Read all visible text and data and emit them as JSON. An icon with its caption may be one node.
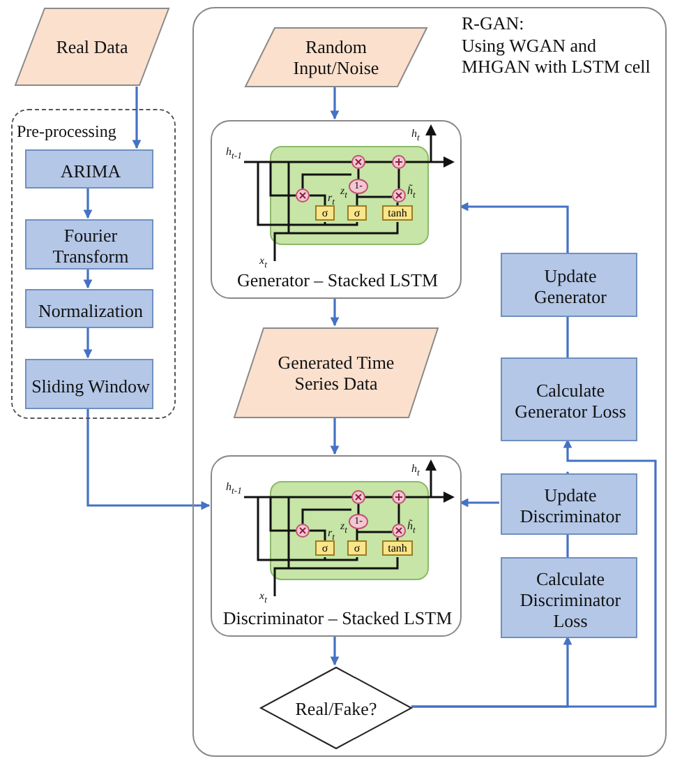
{
  "diagram": {
    "nodes": [
      {
        "text": [
          "Real Data"
        ]
      },
      {
        "text": [
          "Pre-processing"
        ]
      },
      {
        "text": [
          "ARIMA"
        ],
        "in": 1
      },
      {
        "text": [
          "Fourier Transform"
        ],
        "in": 1
      },
      {
        "text": [
          "Normalization"
        ],
        "in": 1
      },
      {
        "text": [
          "Sliding Window"
        ],
        "in": 1
      },
      {
        "text": [
          "R-GAN:",
          "Using WGAN and MHGAN with LSTM cell"
        ]
      },
      {
        "text": [
          "Random Input/Noise"
        ],
        "in": 6
      },
      {
        "text": [
          "Generator – Stacked LSTM"
        ],
        "in": 6
      },
      {
        "text": [
          "Generated Time Series Data"
        ],
        "in": 6
      },
      {
        "text": [
          "Discriminator – Stacked LSTM"
        ],
        "in": 6
      },
      {
        "text": [
          "Real/Fake?"
        ],
        "in": 6
      },
      {
        "text": [
          "Calculate Discriminator Loss"
        ],
        "in": 6
      },
      {
        "text": [
          "Update Discriminator"
        ],
        "in": 6
      },
      {
        "text": [
          "Calculate Generator Loss"
        ],
        "in": 6
      },
      {
        "text": [
          "Update Generator"
        ],
        "in": 6
      }
    ],
    "edges": [
      {
        "from": 0,
        "to": 2,
        "arrow": "to"
      },
      {
        "from": 2,
        "to": 3,
        "arrow": "to"
      },
      {
        "from": 3,
        "to": 4,
        "arrow": "to"
      },
      {
        "from": 4,
        "to": 5,
        "arrow": "to"
      },
      {
        "from": 5,
        "to": 10,
        "arrow": "to"
      },
      {
        "from": 7,
        "to": 8,
        "arrow": "to"
      },
      {
        "from": 8,
        "to": 9,
        "arrow": "to"
      },
      {
        "from": 9,
        "to": 10,
        "arrow": "to"
      },
      {
        "from": 10,
        "to": 11,
        "arrow": "to"
      },
      {
        "from": 11,
        "to": 12,
        "arrow": "to"
      },
      {
        "from": 11,
        "to": 14,
        "arrow": "to"
      },
      {
        "from": 12,
        "to": 13,
        "arrow": "to"
      },
      {
        "from": 13,
        "to": 10,
        "arrow": "to"
      },
      {
        "from": 14,
        "to": 15,
        "arrow": "to"
      },
      {
        "from": 15,
        "to": 8,
        "arrow": "to"
      }
    ],
    "labels": [
      "h$_{t-1}$",
      "h$_{t}$",
      "r$_{t}$",
      "z$_{t}$",
      "h̃$_{t}$",
      "σ",
      "σ",
      "tanh",
      "1-",
      "x$_{t}$",
      "h$_{t-1}$",
      "h$_{t}$",
      "r$_{t}$",
      "z$_{t}$",
      "h̃$_{t}$",
      "σ",
      "σ",
      "tanh",
      "1-",
      "x$_{t}$"
    ]
  }
}
